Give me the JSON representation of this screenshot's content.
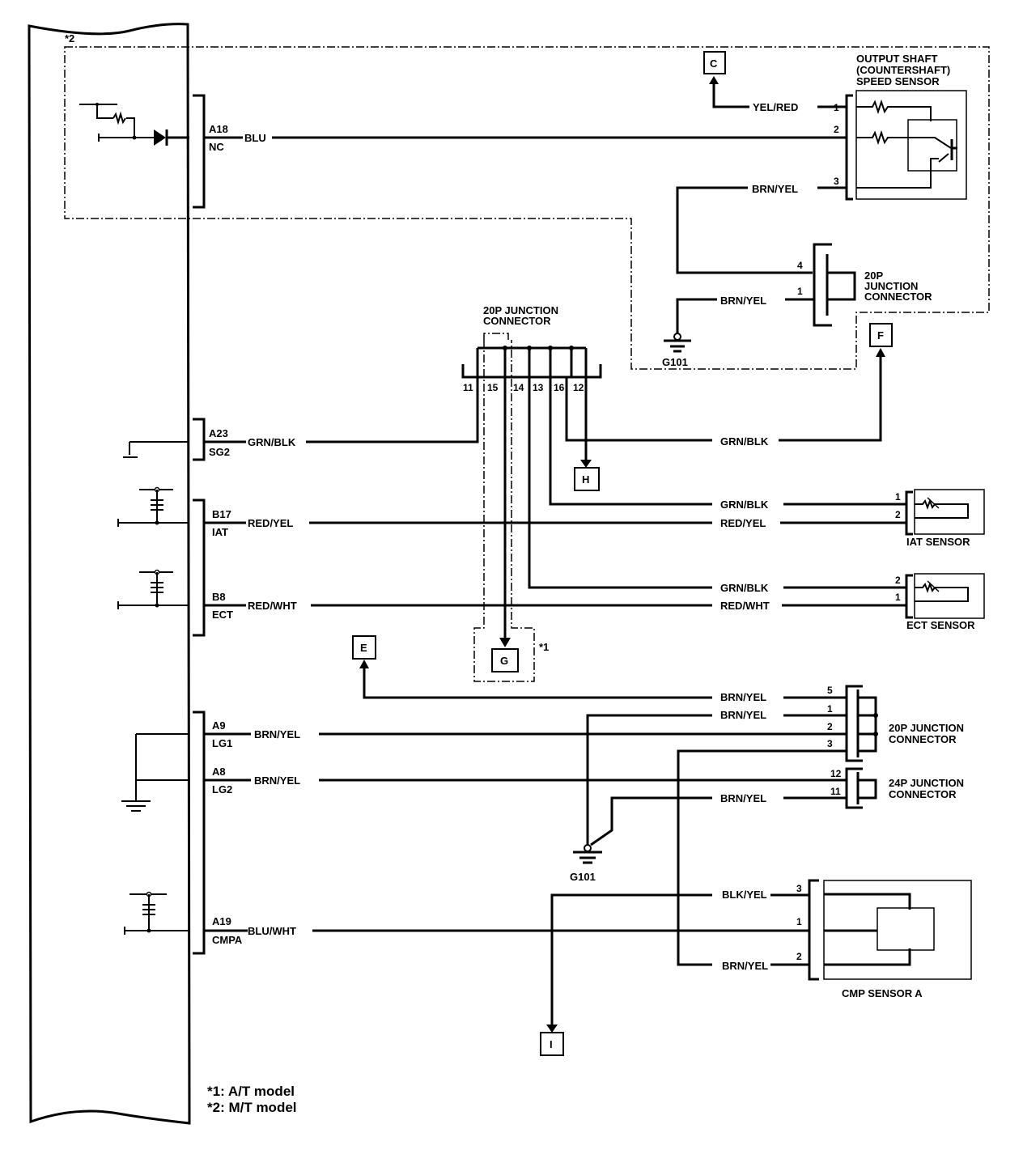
{
  "diagram": {
    "notes": {
      "mark_2": "*2",
      "mark_1": "*1",
      "legend_1": "*1: A/T model",
      "legend_2": "*2: M/T model"
    },
    "ecm_terminals": [
      {
        "pin": "A18",
        "name": "NC",
        "wire": "BLU"
      },
      {
        "pin": "A23",
        "name": "SG2",
        "wire": "GRN/BLK"
      },
      {
        "pin": "B17",
        "name": "IAT",
        "wire": "RED/YEL"
      },
      {
        "pin": "B8",
        "name": "ECT",
        "wire": "RED/WHT"
      },
      {
        "pin": "A9",
        "name": "LG1",
        "wire": "BRN/YEL"
      },
      {
        "pin": "A8",
        "name": "LG2",
        "wire": "BRN/YEL"
      },
      {
        "pin": "A19",
        "name": "CMPA",
        "wire": "BLU/WHT"
      }
    ],
    "output_shaft_sensor": {
      "title_1": "OUTPUT SHAFT",
      "title_2": "(COUNTERSHAFT)",
      "title_3": "SPEED SENSOR",
      "pins": [
        "1",
        "2",
        "3"
      ],
      "wires": {
        "pin1": "YEL/RED",
        "pin3": "BRN/YEL"
      }
    },
    "junction_top_right": {
      "title_1": "20P",
      "title_2": "JUNCTION",
      "title_3": "CONNECTOR",
      "pins": [
        "4",
        "1"
      ],
      "wire": "BRN/YEL",
      "ground": "G101"
    },
    "junction_center": {
      "title_1": "20P JUNCTION",
      "title_2": "CONNECTOR",
      "pins": [
        "11",
        "15",
        "14",
        "13",
        "16",
        "12"
      ]
    },
    "connectors": {
      "C": "C",
      "F": "F",
      "H": "H",
      "G": "G",
      "E": "E",
      "I": "I"
    },
    "iat_sensor": {
      "title": "IAT SENSOR",
      "pins": [
        "1",
        "2"
      ],
      "wires": [
        "GRN/BLK",
        "RED/YEL"
      ]
    },
    "ect_sensor": {
      "title": "ECT SENSOR",
      "pins": [
        "2",
        "1"
      ],
      "wires": [
        "GRN/BLK",
        "RED/WHT"
      ]
    },
    "grn_blk_to_f": "GRN/BLK",
    "junction_20p_lower": {
      "title_1": "20P JUNCTION",
      "title_2": "CONNECTOR",
      "pins": [
        "5",
        "1",
        "2",
        "3"
      ],
      "wires": [
        "BRN/YEL",
        "BRN/YEL"
      ]
    },
    "junction_24p": {
      "title_1": "24P JUNCTION",
      "title_2": "CONNECTOR",
      "pins": [
        "12",
        "11"
      ],
      "wire": "BRN/YEL"
    },
    "ground_lower": "G101",
    "cmp_sensor": {
      "title": "CMP SENSOR A",
      "pins": [
        "3",
        "1",
        "2"
      ],
      "wires": {
        "pin3": "BLK/YEL",
        "pin2": "BRN/YEL"
      }
    }
  }
}
